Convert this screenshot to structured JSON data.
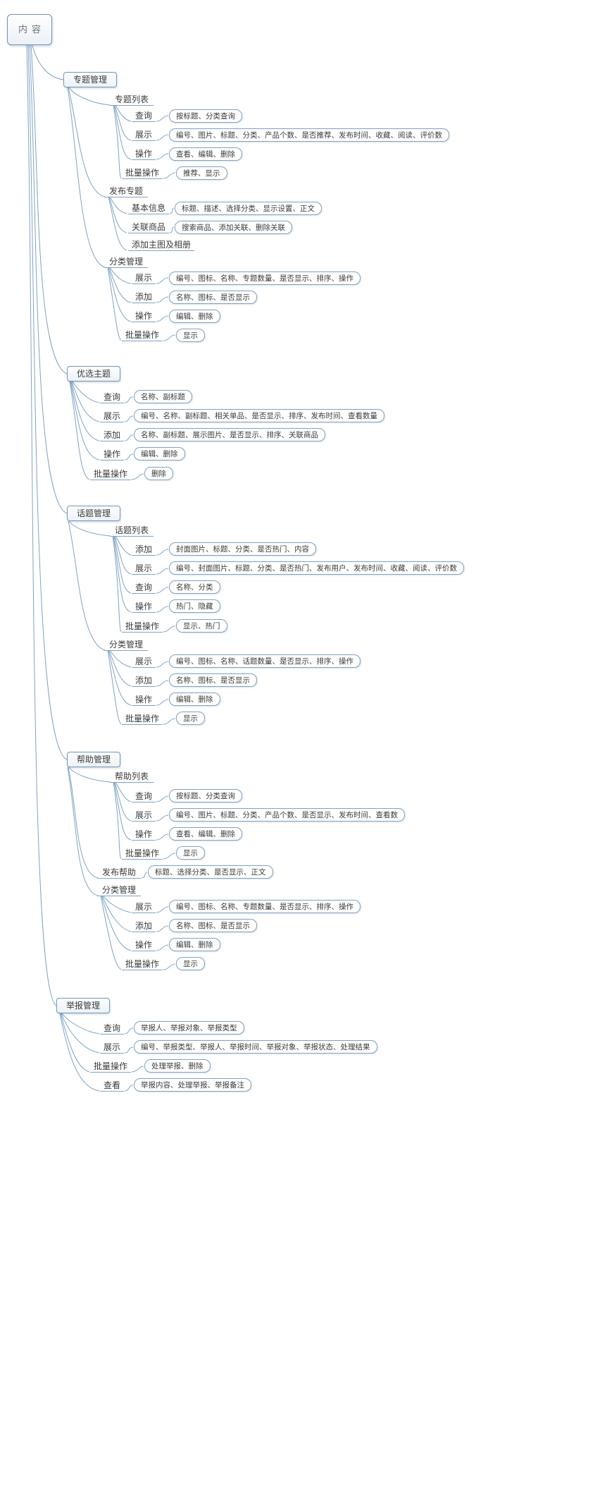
{
  "root": {
    "label": "内容"
  },
  "branches": [
    {
      "label": "专题管理",
      "children": [
        {
          "label": "专题列表",
          "rows": [
            {
              "label": "查询",
              "detail": "按标题、分类查询"
            },
            {
              "label": "展示",
              "detail": "编号、图片、标题、分类、产品个数、是否推荐、发布时间、收藏、阅读、评价数"
            },
            {
              "label": "操作",
              "detail": "查看、编辑、删除"
            },
            {
              "label": "批量操作",
              "detail": "推荐、显示"
            }
          ]
        },
        {
          "label": "发布专题",
          "rows": [
            {
              "label": "基本信息",
              "detail": "标题、描述、选择分类、显示设置、正文"
            },
            {
              "label": "关联商品",
              "detail": "搜索商品、添加关联、删除关联"
            },
            {
              "label": "添加主图及相册"
            }
          ]
        },
        {
          "label": "分类管理",
          "rows": [
            {
              "label": "展示",
              "detail": "编号、图标、名称、专题数量、是否显示、排序、操作"
            },
            {
              "label": "添加",
              "detail": "名称、图标、是否显示"
            },
            {
              "label": "操作",
              "detail": "编辑、删除"
            },
            {
              "label": "批量操作",
              "detail": "显示"
            }
          ]
        }
      ]
    },
    {
      "label": "优选主题",
      "rows": [
        {
          "label": "查询",
          "detail": "名称、副标题"
        },
        {
          "label": "展示",
          "detail": "编号、名称、副标题、相关单品、是否显示、排序、发布时间、查看数量"
        },
        {
          "label": "添加",
          "detail": "名称、副标题、展示图片、是否显示、排序、关联商品"
        },
        {
          "label": "操作",
          "detail": "编辑、删除"
        },
        {
          "label": "批量操作",
          "detail": "删除"
        }
      ]
    },
    {
      "label": "话题管理",
      "children": [
        {
          "label": "话题列表",
          "rows": [
            {
              "label": "添加",
              "detail": "封面图片、标题、分类、是否热门、内容"
            },
            {
              "label": "展示",
              "detail": "编号、封面图片、标题、分类、是否热门、发布用户、发布时间、收藏、阅读、评价数"
            },
            {
              "label": "查询",
              "detail": "名称、分类"
            },
            {
              "label": "操作",
              "detail": "热门、隐藏"
            },
            {
              "label": "批量操作",
              "detail": "显示、热门"
            }
          ]
        },
        {
          "label": "分类管理",
          "rows": [
            {
              "label": "展示",
              "detail": "编号、图标、名称、话题数量、是否显示、排序、操作"
            },
            {
              "label": "添加",
              "detail": "名称、图标、是否显示"
            },
            {
              "label": "操作",
              "detail": "编辑、删除"
            },
            {
              "label": "批量操作",
              "detail": "显示"
            }
          ]
        }
      ]
    },
    {
      "label": "帮助管理",
      "children": [
        {
          "label": "帮助列表",
          "rows": [
            {
              "label": "查询",
              "detail": "按标题、分类查询"
            },
            {
              "label": "展示",
              "detail": "编号、图片、标题、分类、产品个数、是否显示、发布时间、查看数"
            },
            {
              "label": "操作",
              "detail": "查看、编辑、删除"
            },
            {
              "label": "批量操作",
              "detail": "显示"
            }
          ]
        },
        {
          "label": "发布帮助",
          "detail": "标题、选择分类、是否显示、正文"
        },
        {
          "label": "分类管理",
          "rows": [
            {
              "label": "展示",
              "detail": "编号、图标、名称、专题数量、是否显示、排序、操作"
            },
            {
              "label": "添加",
              "detail": "名称、图标、是否显示"
            },
            {
              "label": "操作",
              "detail": "编辑、删除"
            },
            {
              "label": "批量操作",
              "detail": "显示"
            }
          ]
        }
      ]
    },
    {
      "label": "举报管理",
      "rows": [
        {
          "label": "查询",
          "detail": "举报人、举报对象、举报类型"
        },
        {
          "label": "展示",
          "detail": "编号、举报类型、举报人、举报时间、举报对象、举报状态、处理结果"
        },
        {
          "label": "批量操作",
          "detail": "处理举报、删除"
        },
        {
          "label": "查看",
          "detail": "举报内容、处理举报、举报备注"
        }
      ]
    }
  ],
  "colors": {
    "line": "#7fa3c5",
    "border": "#7096ba",
    "text": "#3b3b3b"
  }
}
